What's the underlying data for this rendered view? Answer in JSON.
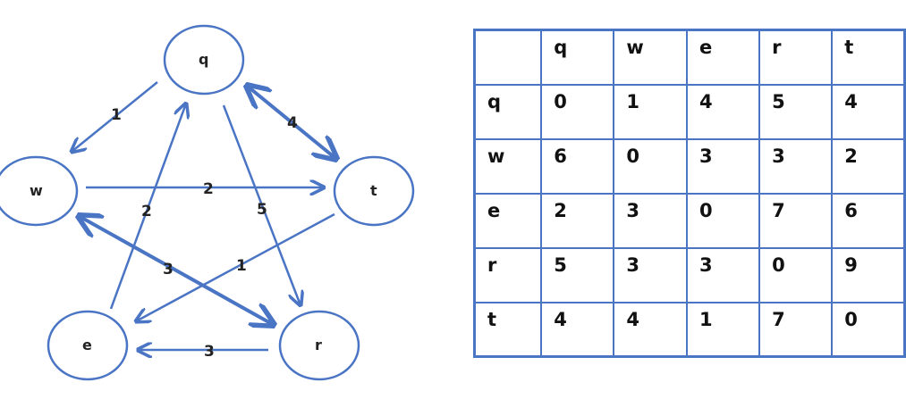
{
  "nodes": [
    {
      "id": "q",
      "label": "q"
    },
    {
      "id": "w",
      "label": "w"
    },
    {
      "id": "t",
      "label": "t"
    },
    {
      "id": "e",
      "label": "e"
    },
    {
      "id": "r",
      "label": "r"
    }
  ],
  "edges": [
    {
      "from": "q",
      "to": "w",
      "label": "1"
    },
    {
      "from": "q",
      "to": "t",
      "label": "4",
      "bidirectional": true
    },
    {
      "from": "w",
      "to": "t",
      "label": "2"
    },
    {
      "from": "q",
      "to": "r",
      "label": "5"
    },
    {
      "from": "e",
      "to": "q",
      "label": "2"
    },
    {
      "from": "w",
      "to": "r",
      "label": "3",
      "bidirectional": true
    },
    {
      "from": "t",
      "to": "e",
      "label": "1"
    },
    {
      "from": "r",
      "to": "e",
      "label": "3"
    }
  ],
  "matrix": {
    "columns": [
      "q",
      "w",
      "e",
      "r",
      "t"
    ],
    "rows": [
      {
        "header": "q",
        "cells": [
          "0",
          "1",
          "4",
          "5",
          "4"
        ]
      },
      {
        "header": "w",
        "cells": [
          "6",
          "0",
          "3",
          "3",
          "2"
        ]
      },
      {
        "header": "e",
        "cells": [
          "2",
          "3",
          "0",
          "7",
          "6"
        ]
      },
      {
        "header": "r",
        "cells": [
          "5",
          "3",
          "3",
          "0",
          "9"
        ]
      },
      {
        "header": "t",
        "cells": [
          "4",
          "4",
          "1",
          "7",
          "0"
        ]
      }
    ]
  },
  "colors": {
    "edge": "#4a74c4",
    "node_stroke": "#4a74c4",
    "grid": "#4a74c4"
  }
}
